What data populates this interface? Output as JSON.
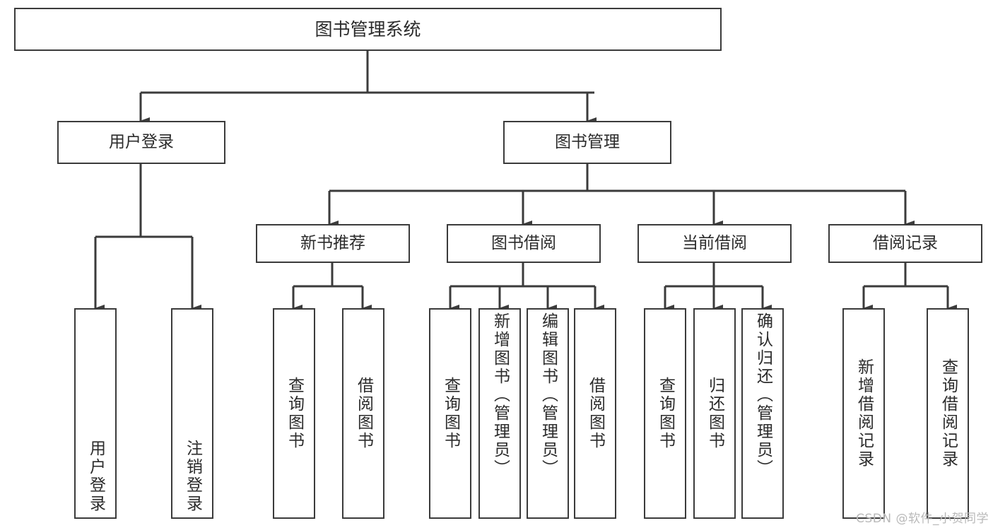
{
  "diagram": {
    "title": "图书管理系统",
    "type": "tree-hierarchy-chart",
    "stroke_color": "#3b3b3b",
    "text_color": "#2b2b2b",
    "background_color": "#ffffff"
  },
  "root": {
    "label": "图书管理系统"
  },
  "level2": [
    {
      "label": "用户登录"
    },
    {
      "label": "图书管理"
    }
  ],
  "level3": [
    {
      "label": "新书推荐"
    },
    {
      "label": "图书借阅"
    },
    {
      "label": "当前借阅"
    },
    {
      "label": "借阅记录"
    }
  ],
  "leaves": {
    "user_login": [
      {
        "label": "用户登录"
      },
      {
        "label": "注销登录"
      }
    ],
    "new_book_recommend": [
      {
        "label": "查询图书"
      },
      {
        "label": "借阅图书"
      }
    ],
    "book_borrow": [
      {
        "label": "查询图书"
      },
      {
        "label": "新增图书（管理员）"
      },
      {
        "label": "编辑图书（管理员）"
      },
      {
        "label": "借阅图书"
      }
    ],
    "current_borrow": [
      {
        "label": "查询图书"
      },
      {
        "label": "归还图书"
      },
      {
        "label": "确认归还（管理员）"
      }
    ],
    "borrow_record": [
      {
        "label": "新增借阅记录"
      },
      {
        "label": "查询借阅记录"
      }
    ]
  },
  "watermark": {
    "text": "CSDN @软件_小贺同学"
  }
}
